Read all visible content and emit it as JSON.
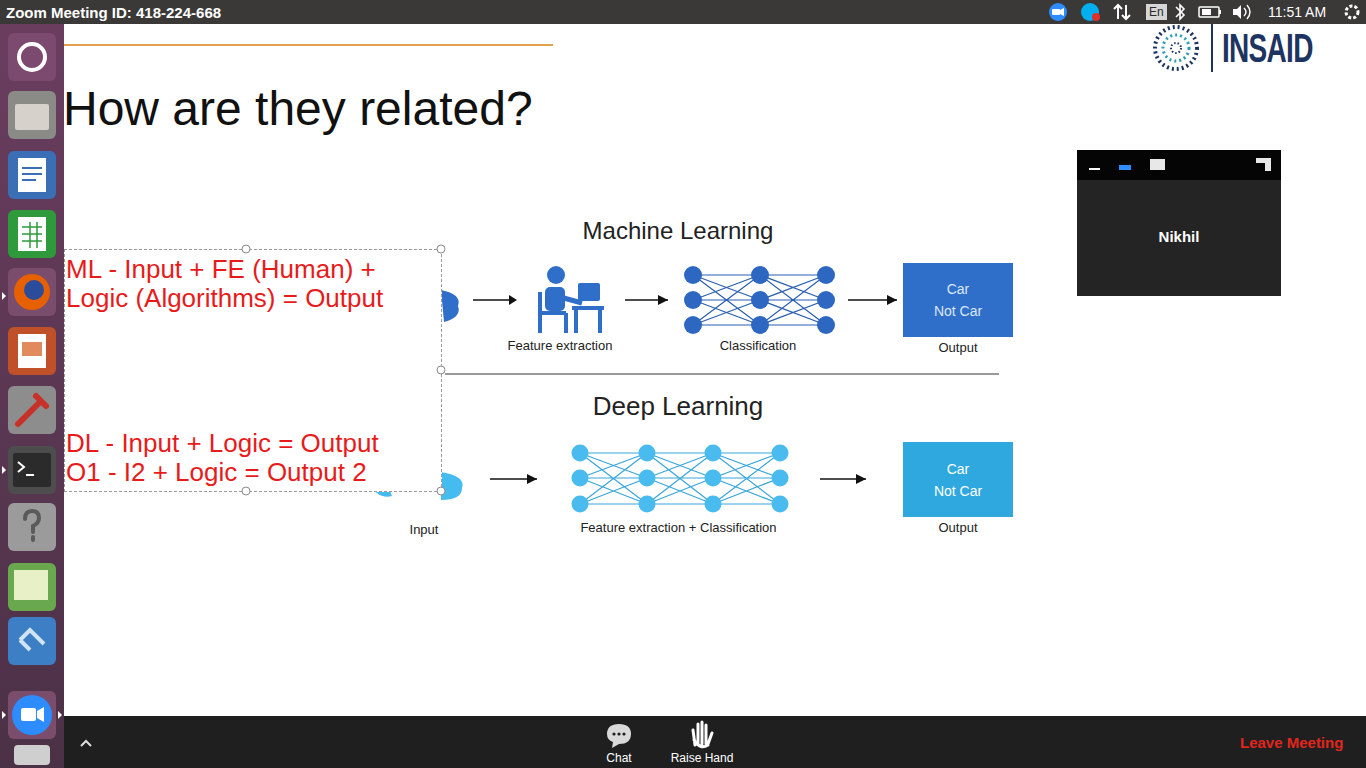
{
  "diagram": {
    "title": "How are they related?",
    "nodes": [
      {
        "text": [
          "Feature extraction"
        ]
      },
      {
        "text": [
          "Classification"
        ]
      },
      {
        "text": [
          "Car",
          "Not Car",
          "Output"
        ]
      },
      {
        "text": [
          "Input"
        ]
      },
      {
        "text": [
          "Feature extraction + Classification"
        ]
      },
      {
        "text": [
          "Car",
          "Not Car",
          "Output"
        ]
      }
    ],
    "edges": [
      {
        "from": 0,
        "to": 1,
        "arrow": "to"
      },
      {
        "from": 1,
        "to": 2,
        "arrow": "to"
      },
      {
        "from": 3,
        "to": 4,
        "arrow": "to"
      },
      {
        "from": 4,
        "to": 5,
        "arrow": "to"
      }
    ],
    "labels": [
      "Zoom Meeting ID: 418-224-668",
      "En",
      "11:51 AM",
      "INSAID",
      "Nikhil",
      "Machine Learning",
      "ML - Input + FE (Human) + Logic (Algorithms) = Output",
      "Deep Learning",
      "DL - Input + Logic = Output",
      "O1 - I2 + Logic = Output 2",
      "Chat",
      "Raise Hand",
      "Leave Meeting"
    ]
  }
}
